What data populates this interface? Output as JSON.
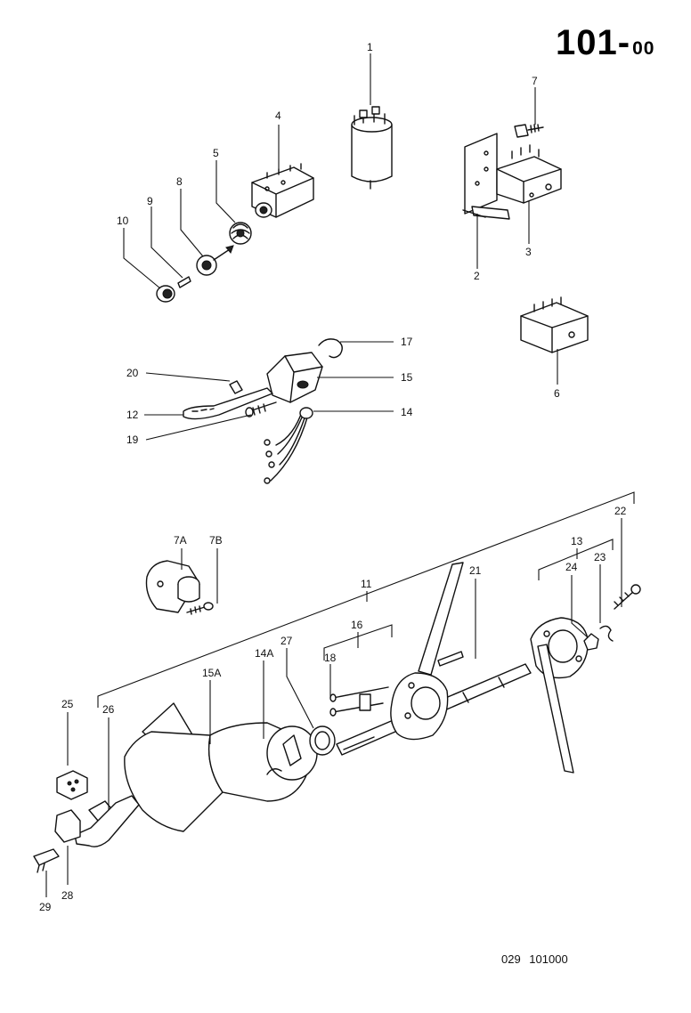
{
  "header": {
    "page_code": "101-",
    "page_sub": "00"
  },
  "footer": {
    "doc_code": "029 101000"
  },
  "labels": {
    "p1": "1",
    "p2": "2",
    "p3": "3",
    "p4": "4",
    "p5": "5",
    "p6": "6",
    "p7": "7",
    "p7a": "7A",
    "p7b": "7B",
    "p8": "8",
    "p9": "9",
    "p10": "10",
    "p11": "11",
    "p12": "12",
    "p13": "13",
    "p14": "14",
    "p14a": "14A",
    "p15": "15",
    "p15a": "15A",
    "p16": "16",
    "p17": "17",
    "p18": "18",
    "p19": "19",
    "p20": "20",
    "p21": "21",
    "p22": "22",
    "p23": "23",
    "p24": "24",
    "p25": "25",
    "p26": "26",
    "p27": "27",
    "p28": "28",
    "p29": "29"
  }
}
